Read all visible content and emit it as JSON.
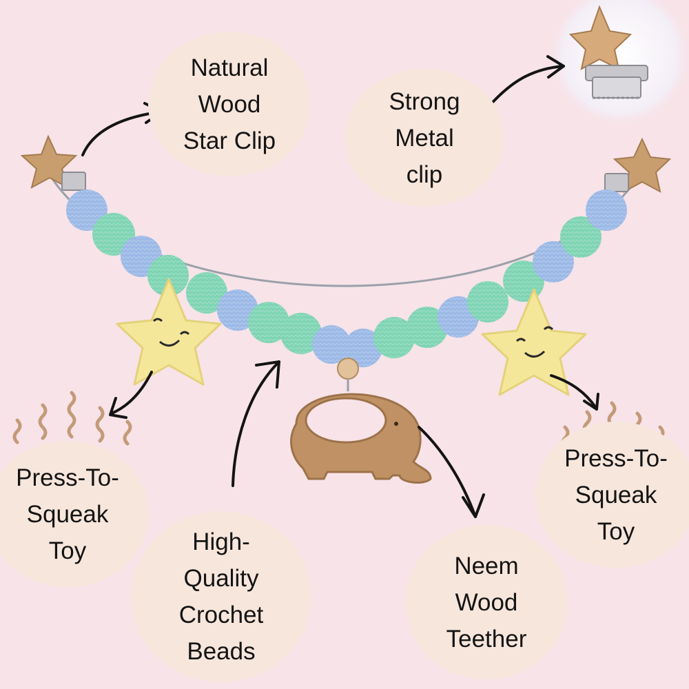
{
  "colors": {
    "background": "#f7e3e8",
    "bubble": "#f7e6dc",
    "text": "#141414",
    "bead_blue": "#9cb9e6",
    "bead_green": "#7fd4b4",
    "wood": "#c79b6d",
    "felt_star": "#f5e79a"
  },
  "labels": {
    "natural_wood_star_clip": "Natural\nWood\nStar Clip",
    "strong_metal_clip": "Strong\nMetal\nclip",
    "squeak_left": "Press-To-\nSqueak\nToy",
    "crochet_beads": "High-\nQuality\nCrochet\nBeads",
    "neem_wood_teether": "Neem\nWood\nTeether",
    "squeak_right": "Press-To-\nSqueak\nToy"
  },
  "icons": [
    "wood-star-clip-icon",
    "metal-clip-photo-icon",
    "crochet-bead-icon",
    "felt-star-icon",
    "elephant-teether-icon",
    "squeak-wave-icon",
    "arrow-icon"
  ]
}
